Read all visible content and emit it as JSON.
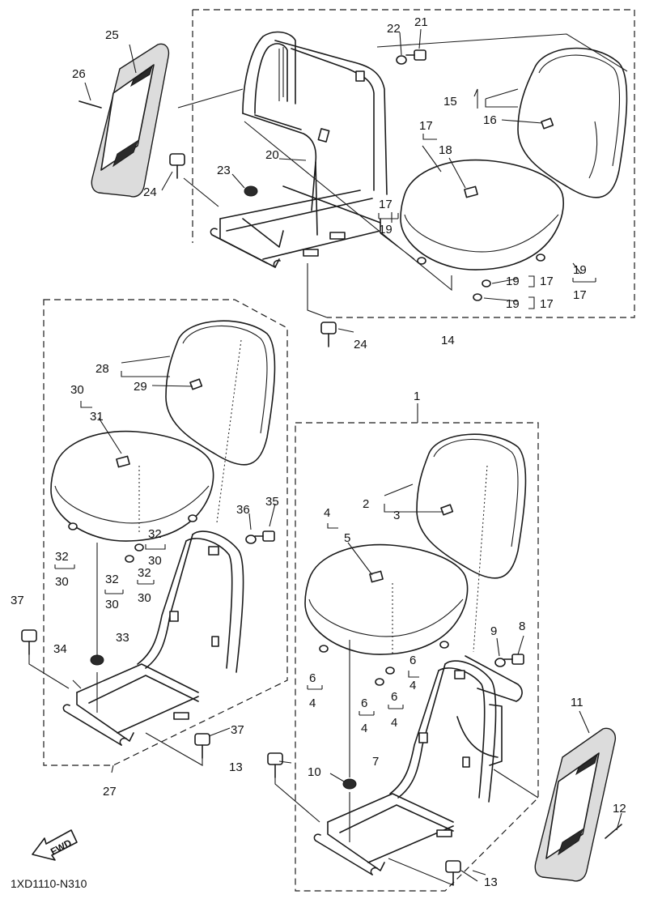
{
  "diagram_code": "1XD1110-N310",
  "fwd_label": "FWD",
  "part_numbers": {
    "p1": "1",
    "p2": "2",
    "p3": "3",
    "p4": "4",
    "p5": "5",
    "p6": "6",
    "p7": "7",
    "p8": "8",
    "p9": "9",
    "p10": "10",
    "p11": "11",
    "p12": "12",
    "p13": "13",
    "p14": "14",
    "p15": "15",
    "p16": "16",
    "p17": "17",
    "p18": "18",
    "p19": "19",
    "p20": "20",
    "p21": "21",
    "p22": "22",
    "p23": "23",
    "p24": "24",
    "p25": "25",
    "p26": "26",
    "p27": "27",
    "p28": "28",
    "p29": "29",
    "p30": "30",
    "p31": "31",
    "p32": "32",
    "p33": "33",
    "p34": "34",
    "p35": "35",
    "p36": "36",
    "p37": "37"
  },
  "colors": {
    "line": "#1a1a1a",
    "background": "#ffffff",
    "panel_fill": "#dcdcdc"
  }
}
